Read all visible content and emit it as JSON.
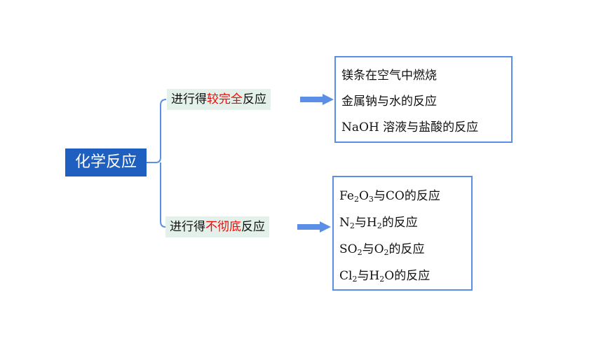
{
  "root": {
    "label": "化学反应"
  },
  "branches": [
    {
      "label_pre": "进行得",
      "label_highlight": "较完全",
      "label_post": "反应",
      "items": [
        {
          "parts": [
            {
              "t": "镁条在空气中燃烧"
            }
          ]
        },
        {
          "parts": [
            {
              "t": "金属钠与水的反应"
            }
          ]
        },
        {
          "parts": [
            {
              "t": "NaOH 溶液与盐酸的反应"
            }
          ]
        }
      ]
    },
    {
      "label_pre": "进行得",
      "label_highlight": "不彻底",
      "label_post": "反应",
      "items": [
        {
          "parts": [
            {
              "t": "Fe"
            },
            {
              "s": "2"
            },
            {
              "t": "O"
            },
            {
              "s": "3"
            },
            {
              "t": "与CO的反应"
            }
          ]
        },
        {
          "parts": [
            {
              "t": "N"
            },
            {
              "s": "2"
            },
            {
              "t": "与H"
            },
            {
              "s": "2"
            },
            {
              "t": "的反应"
            }
          ]
        },
        {
          "parts": [
            {
              "t": "SO"
            },
            {
              "s": "2"
            },
            {
              "t": "与O"
            },
            {
              "s": "2"
            },
            {
              "t": "的反应"
            }
          ]
        },
        {
          "parts": [
            {
              "t": "Cl"
            },
            {
              "s": "2"
            },
            {
              "t": "与H"
            },
            {
              "s": "2"
            },
            {
              "t": "O的反应"
            }
          ]
        }
      ]
    }
  ],
  "colors": {
    "root_bg": "#1f5fbf",
    "branch_bg": "#e3f1ea",
    "highlight": "#ff0000",
    "line": "#5b8ee6"
  }
}
